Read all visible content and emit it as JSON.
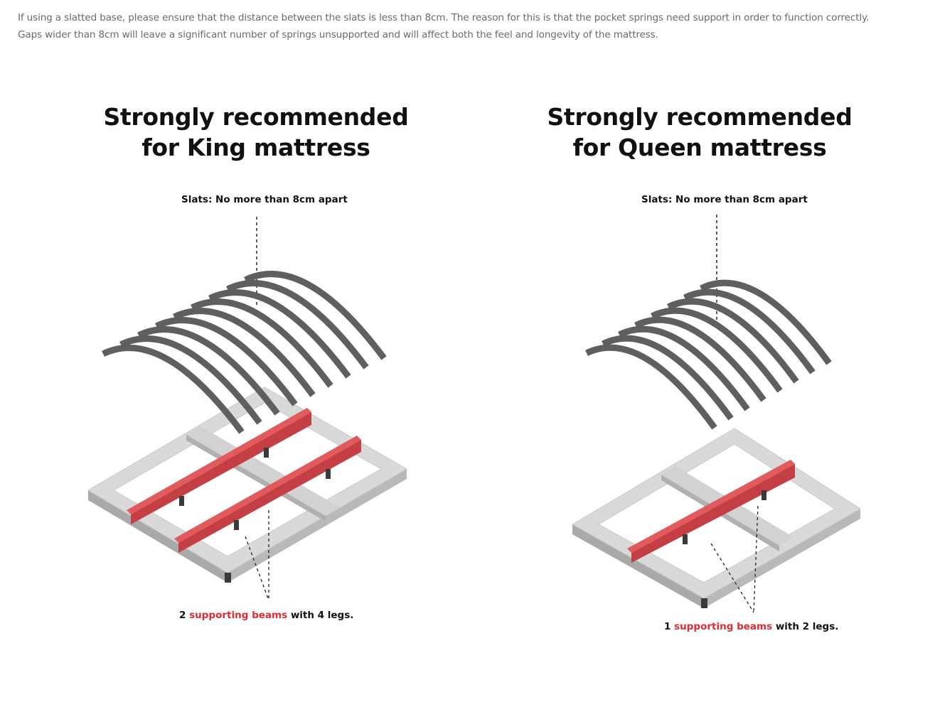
{
  "intro": {
    "line1": "If using a slatted base, please ensure that the distance between the slats is less than 8cm. The reason for this is that the pocket springs need support in order to function correctly.",
    "line2": "Gaps wider than 8cm will leave a significant number of springs unsupported and will affect both the feel and longevity of the mattress."
  },
  "king": {
    "title_line1": "Strongly recommended",
    "title_line2": "for King mattress",
    "slats_label": "Slats: No more than 8cm apart",
    "beam_count": "2",
    "beam_text": "supporting beams",
    "leg_text": "with 4 legs.",
    "slat_count": 9
  },
  "queen": {
    "title_line1": "Strongly recommended",
    "title_line2": "for Queen mattress",
    "slats_label": "Slats: No more than 8cm apart",
    "beam_count": "1",
    "beam_text": "supporting beams",
    "leg_text": "with 2 legs.",
    "slat_count": 8
  },
  "colors": {
    "slat": "#5f5f5f",
    "frame_top": "#d8d8d8",
    "frame_side": "#a9a9a9",
    "beam_top": "#e25a5c",
    "beam_side": "#c43f43",
    "leg": "#3a3a3a",
    "accent_text": "#e12b32"
  }
}
